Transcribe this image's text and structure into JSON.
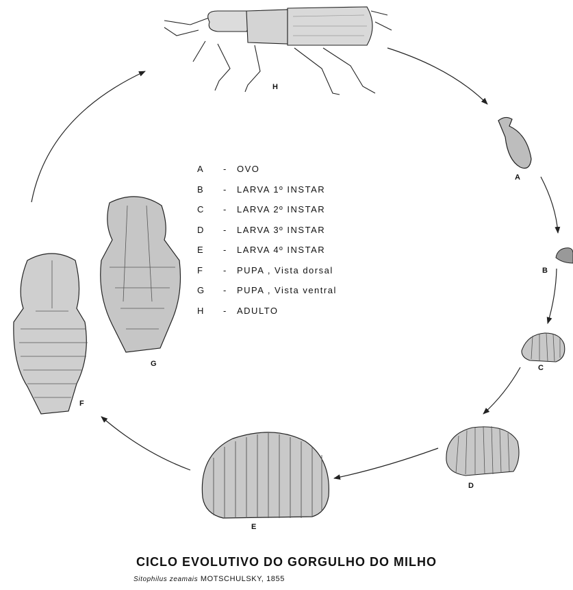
{
  "legend": [
    {
      "code": "A",
      "text": "OVO"
    },
    {
      "code": "B",
      "text": "LARVA   1º   INSTAR"
    },
    {
      "code": "C",
      "text": "LARVA   2º   INSTAR"
    },
    {
      "code": "D",
      "text": "LARVA   3º   INSTAR"
    },
    {
      "code": "E",
      "text": "LARVA   4º   INSTAR"
    },
    {
      "code": "F",
      "text": "PUPA , Vista dorsal"
    },
    {
      "code": "G",
      "text": "PUPA , Vista ventral"
    },
    {
      "code": "H",
      "text": "ADULTO"
    }
  ],
  "stage_labels": {
    "A": "A",
    "B": "B",
    "C": "C",
    "D": "D",
    "E": "E",
    "F": "F",
    "G": "G",
    "H": "H"
  },
  "title": "CICLO EVOLUTIVO DO GORGULHO DO MILHO",
  "subtitle_species": "Sitophilus zeamais",
  "subtitle_author": "MOTSCHULSKY, 1855",
  "colors": {
    "line": "#222222",
    "body": "#d8d8d8",
    "body_dark": "#b9b9b9"
  }
}
